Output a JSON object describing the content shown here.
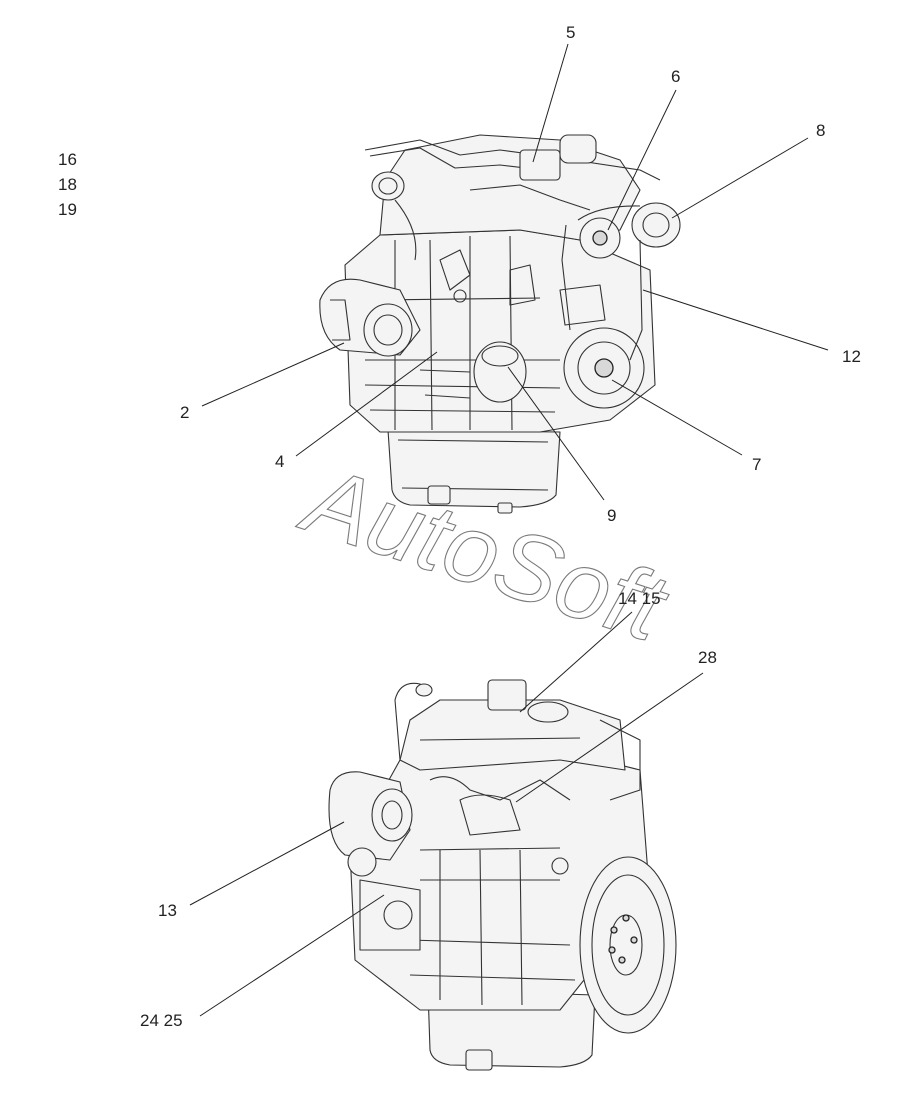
{
  "diagram": {
    "side_labels": [
      "16",
      "18",
      "19"
    ],
    "callouts": {
      "c2": "2",
      "c4": "4",
      "c5": "5",
      "c6": "6",
      "c7": "7",
      "c8": "8",
      "c9": "9",
      "c12": "12",
      "c13": "13",
      "c14_15": "14 15",
      "c24_25": "24 25",
      "c28": "28"
    },
    "watermark": "AutoSoft"
  }
}
